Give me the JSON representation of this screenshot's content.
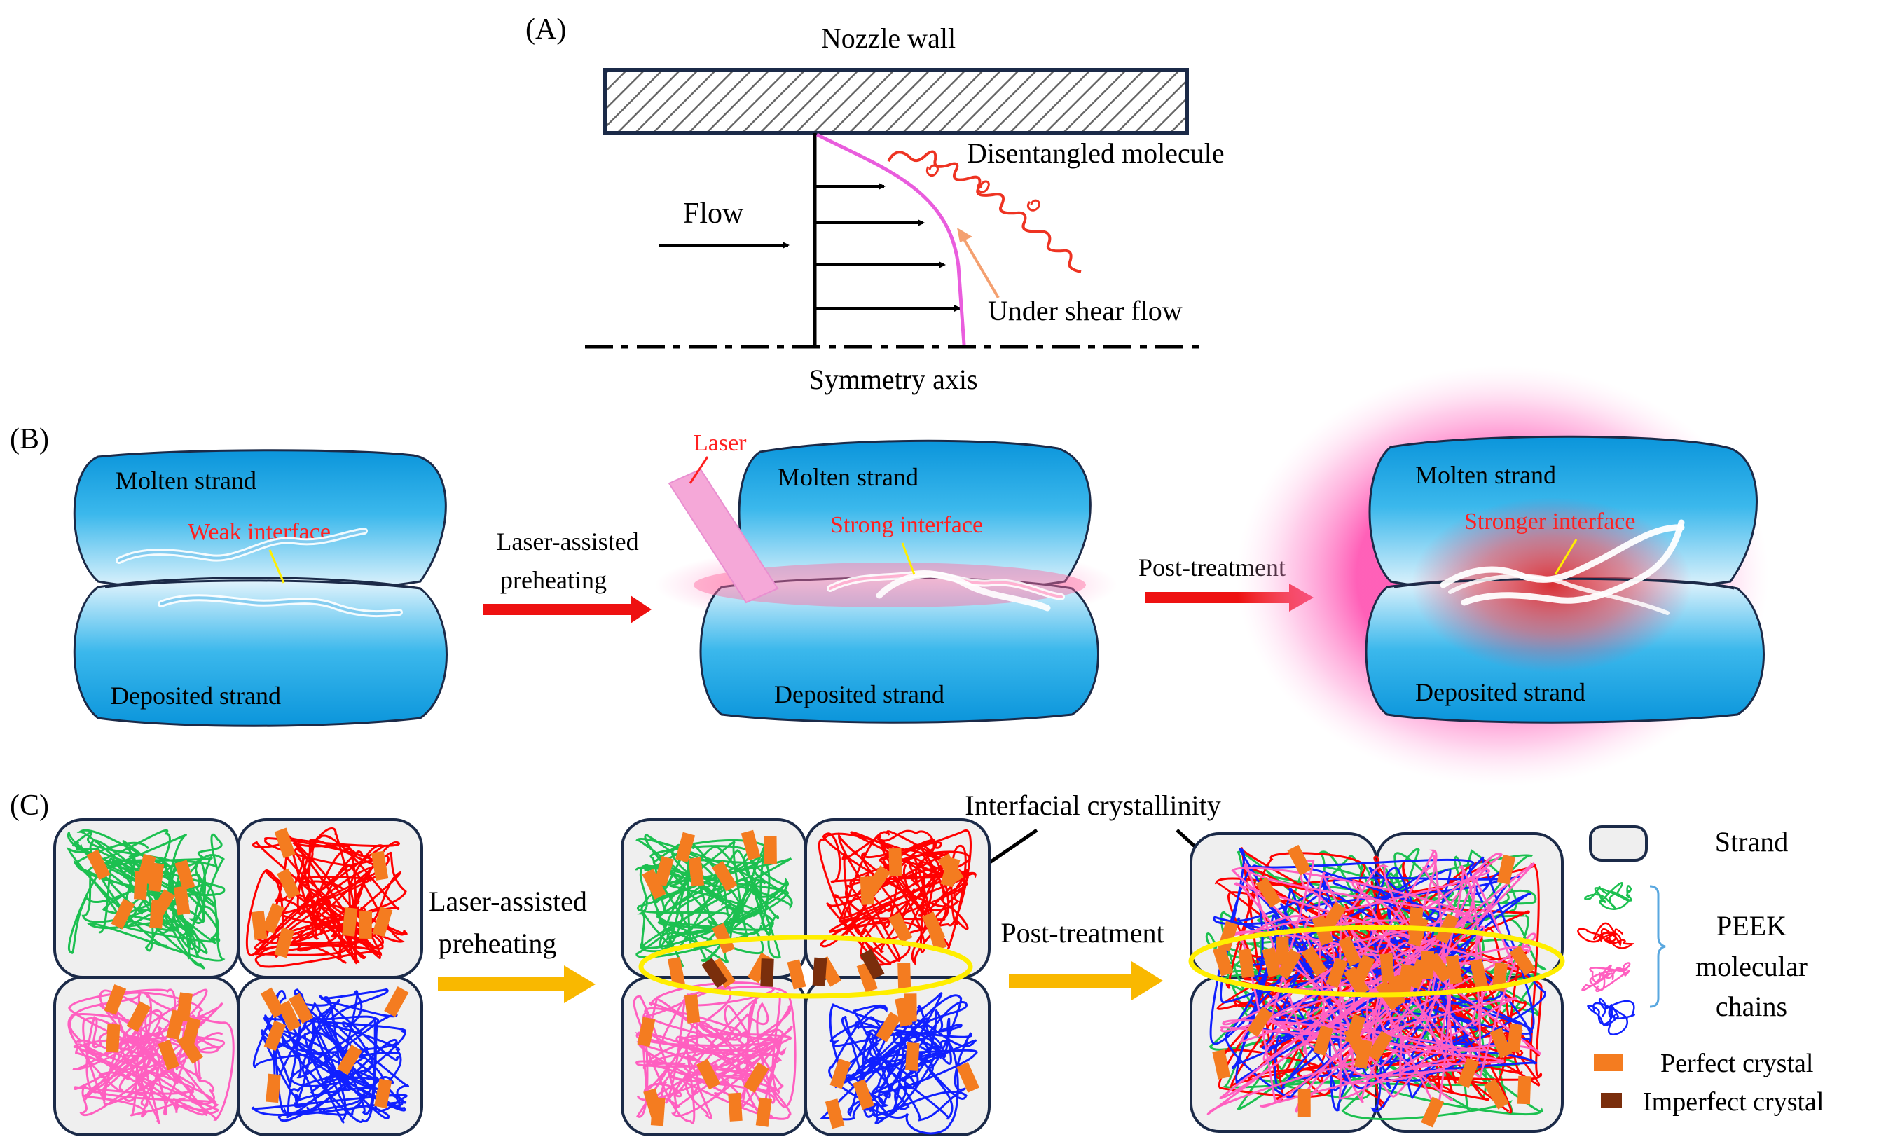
{
  "panel_a": {
    "label": "(A)",
    "nozzle_wall": "Nozzle wall",
    "flow": "Flow",
    "disentangled": "Disentangled molecule",
    "shear": "Under shear flow",
    "symmetry": "Symmetry axis"
  },
  "panel_b": {
    "label": "(B)",
    "molten": "Molten strand",
    "deposited": "Deposited strand",
    "weak": "Weak interface",
    "strong": "Strong interface",
    "stronger": "Stronger interface",
    "laser": "Laser",
    "step1_line1": "Laser-assisted",
    "step1_line2": "preheating",
    "step2": "Post-treatment"
  },
  "panel_c": {
    "label": "(C)",
    "interfacial": "Interfacial crystallinity",
    "step1_line1": "Laser-assisted",
    "step1_line2": "preheating",
    "step2": "Post-treatment",
    "legend": {
      "strand": "Strand",
      "peek_line1": "PEEK",
      "peek_line2": "molecular",
      "peek_line3": "chains",
      "perfect": "Perfect crystal",
      "imperfect": "Imperfect crystal"
    }
  },
  "colors": {
    "strand_blue": "#1aa3e0",
    "interface_red": "#ff2020",
    "arrow_red": "#ee1111",
    "arrow_orange": "#f9b800",
    "chain_green": "#1cc050",
    "chain_red": "#ff0000",
    "chain_pink": "#ff5fc0",
    "chain_blue": "#1020ff",
    "perfect_crystal": "#f47c20",
    "imperfect_crystal": "#7a2e0c",
    "profile_magenta": "#ea66de",
    "ellipse_yellow": "#ffee00"
  }
}
